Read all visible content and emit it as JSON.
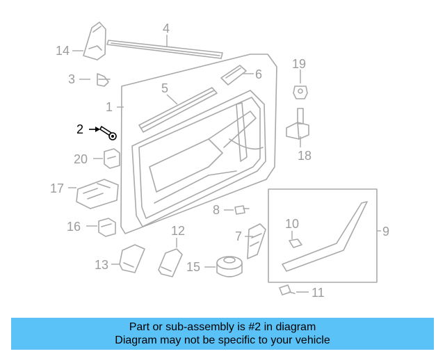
{
  "diagram": {
    "highlighted_part": "2",
    "callouts": [
      "1",
      "2",
      "3",
      "4",
      "5",
      "6",
      "7",
      "8",
      "9",
      "10",
      "11",
      "12",
      "13",
      "14",
      "15",
      "16",
      "17",
      "18",
      "19",
      "20"
    ]
  },
  "banner": {
    "line1": "Part or sub-assembly is #2 in diagram",
    "line2": "Diagram may not be specific to your vehicle",
    "background": "#5bc2f7"
  }
}
